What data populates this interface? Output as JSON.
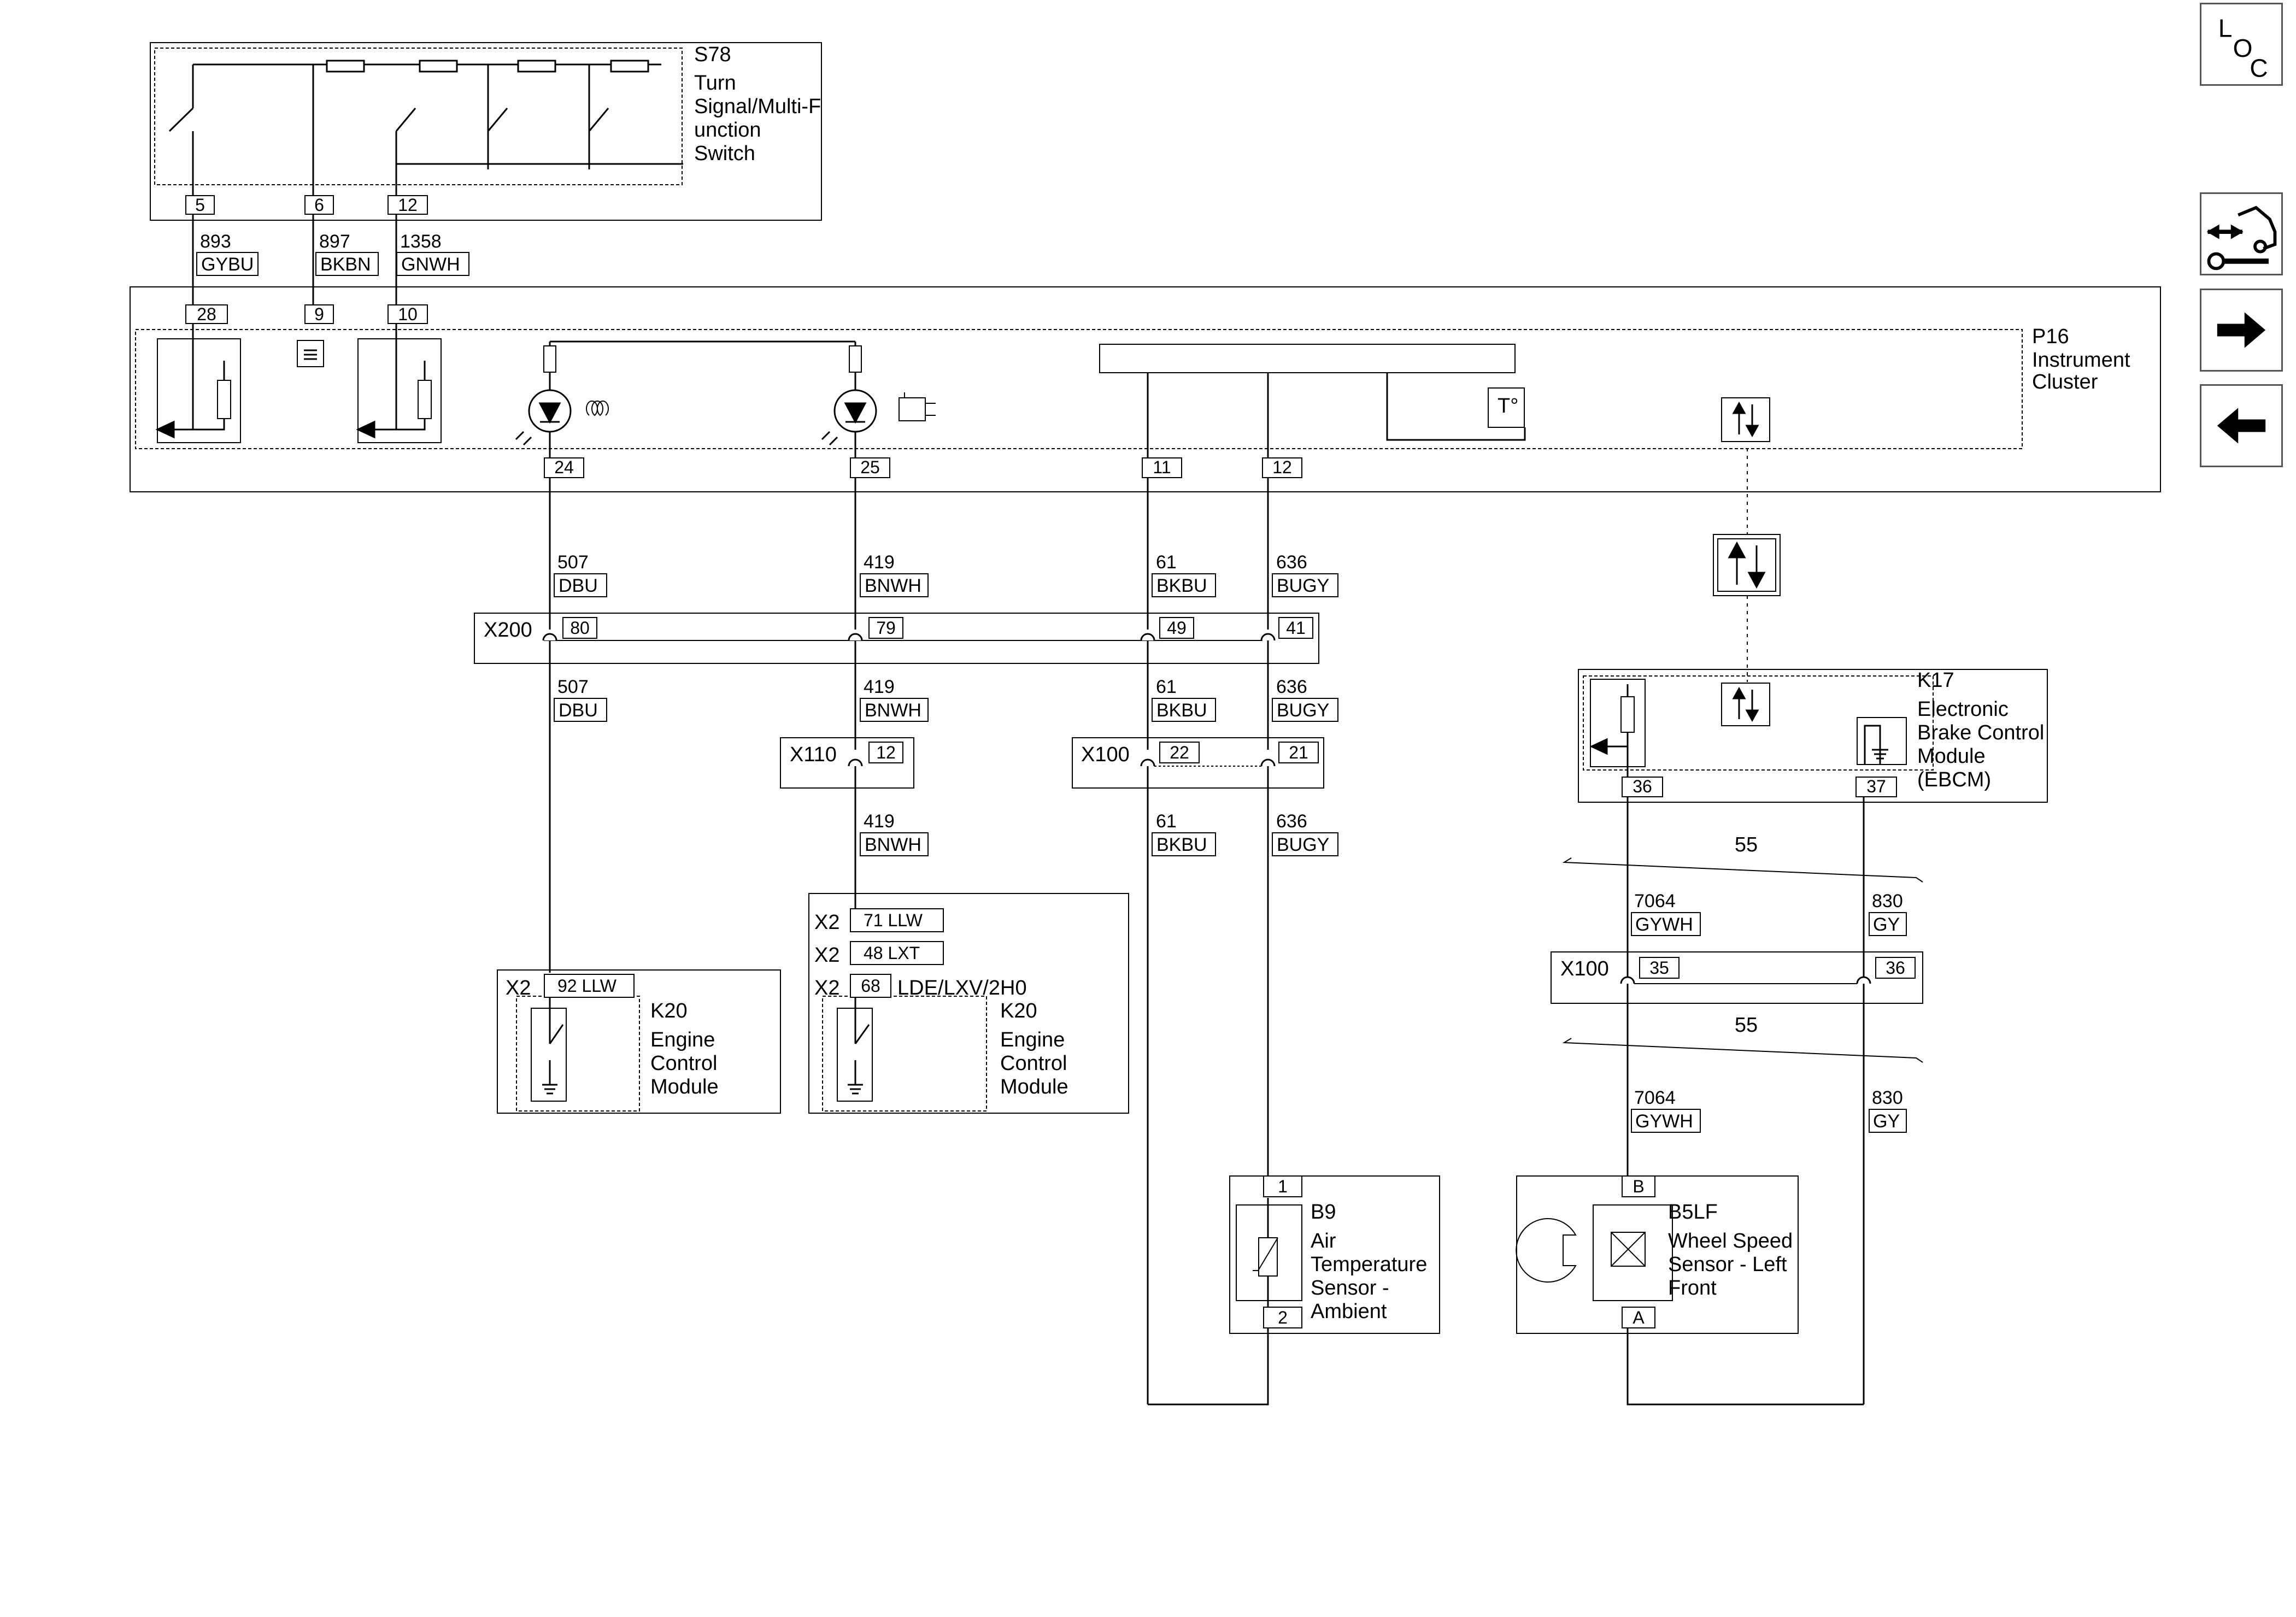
{
  "nav": {
    "loc_l": "L",
    "loc_o": "O",
    "loc_c": "C"
  },
  "s78": {
    "id": "S78",
    "name_lines": [
      "Turn",
      "Signal/Multi-F",
      "unction",
      "Switch"
    ],
    "pins": [
      "5",
      "6",
      "12"
    ]
  },
  "wires_top": [
    {
      "num": "893",
      "color": "GYBU"
    },
    {
      "num": "897",
      "color": "BKBN"
    },
    {
      "num": "1358",
      "color": "GNWH"
    }
  ],
  "p16": {
    "id": "P16",
    "name_lines": [
      "Instrument",
      "Cluster"
    ],
    "pins_top": [
      "28",
      "9",
      "10"
    ],
    "pins_bottom": [
      "24",
      "25",
      "11",
      "12"
    ],
    "temp_symbol": "T°"
  },
  "wires_mid": [
    {
      "num": "507",
      "color": "DBU"
    },
    {
      "num": "419",
      "color": "BNWH"
    },
    {
      "num": "61",
      "color": "BKBU"
    },
    {
      "num": "636",
      "color": "BUGY"
    }
  ],
  "x200": {
    "id": "X200",
    "pins": [
      "80",
      "79",
      "49",
      "41"
    ]
  },
  "x110": {
    "id": "X110",
    "pin": "12"
  },
  "x100a": {
    "id": "X100",
    "pins": [
      "22",
      "21"
    ]
  },
  "k20a": {
    "conn": "X2",
    "pin": "92 LLW",
    "id": "K20",
    "name_lines": [
      "Engine",
      "Control",
      "Module"
    ]
  },
  "k20b": {
    "rows": [
      {
        "conn": "X2",
        "pin": "71  LLW"
      },
      {
        "conn": "X2",
        "pin": "48  LXT"
      },
      {
        "conn": "X2",
        "pin": "68",
        "variant": "LDE/LXV/2H0"
      }
    ],
    "id": "K20",
    "name_lines": [
      "Engine",
      "Control",
      "Module"
    ]
  },
  "k17": {
    "id": "K17",
    "name_lines": [
      "Electronic",
      "Brake Control",
      "Module",
      "(EBCM)"
    ],
    "pins": [
      "36",
      "37"
    ]
  },
  "twist_label": "55",
  "wires_right": [
    {
      "num": "7064",
      "color": "GYWH"
    },
    {
      "num": "830",
      "color": "GY"
    }
  ],
  "x100b": {
    "id": "X100",
    "pins": [
      "35",
      "36"
    ]
  },
  "b9": {
    "id": "B9",
    "name_lines": [
      "Air",
      "Temperature",
      "Sensor -",
      "Ambient"
    ],
    "pins": [
      "1",
      "2"
    ]
  },
  "b5lf": {
    "id": "B5LF",
    "name_lines": [
      "Wheel Speed",
      "Sensor - Left",
      "Front"
    ],
    "pins": [
      "B",
      "A"
    ]
  }
}
